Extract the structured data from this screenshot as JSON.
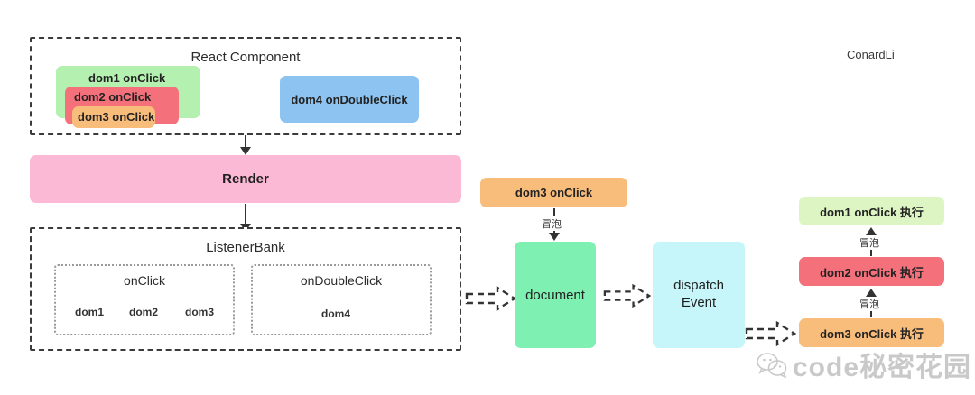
{
  "author": "ConardLi",
  "watermark": {
    "text": "code秘密花园",
    "icon": "wechat-icon"
  },
  "react_component": {
    "title": "React Component",
    "blocks": [
      {
        "label": "dom1 onClick",
        "color": "#b4f0af"
      },
      {
        "label": "dom2 onClick",
        "color": "#f4707b"
      },
      {
        "label": "dom3 onClick",
        "color": "#f9bd7b"
      },
      {
        "label": "dom4 onDoubleClick",
        "color": "#8dc3f0"
      }
    ]
  },
  "render": {
    "label": "Render",
    "color": "#fbb9d5"
  },
  "listener_bank": {
    "title": "ListenerBank",
    "groups": [
      {
        "title": "onClick",
        "chips": [
          {
            "label": "dom1",
            "color": "#b4f0af"
          },
          {
            "label": "dom2",
            "color": "#f4707b"
          },
          {
            "label": "dom3",
            "color": "#f9bd7b"
          }
        ]
      },
      {
        "title": "onDoubleClick",
        "chips": [
          {
            "label": "dom4",
            "color": "#8dc3f0"
          }
        ]
      }
    ]
  },
  "pipeline": {
    "trigger": {
      "label": "dom3 onClick",
      "color": "#f9bd7b"
    },
    "document": {
      "label": "document",
      "color": "#7ef0b2"
    },
    "dispatch": {
      "label": "dispatch\nEvent",
      "line1": "dispatch",
      "line2": "Event",
      "color": "#c6f6f9"
    }
  },
  "execution": {
    "steps": [
      {
        "label": "dom1 onClick 执行",
        "color": "#ddf5c2"
      },
      {
        "label": "dom2 onClick 执行",
        "color": "#f4707b"
      },
      {
        "label": "dom3 onClick 执行",
        "color": "#f9bd7b"
      }
    ]
  },
  "edge_labels": {
    "bubble": "冒泡",
    "bubble_1": "冒泡",
    "bubble_2": "冒泡"
  }
}
